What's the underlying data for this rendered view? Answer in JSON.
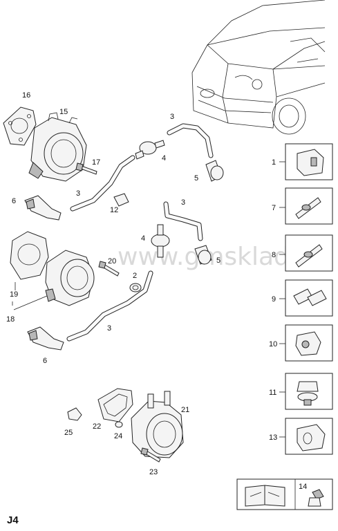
{
  "page_id": "J4",
  "watermark": "www.gmsklad.ru",
  "callouts": {
    "c1": "1",
    "c2": "2",
    "c3a": "3",
    "c3b": "3",
    "c3c": "3",
    "c3d": "3",
    "c4a": "4",
    "c4b": "4",
    "c5a": "5",
    "c5b": "5",
    "c6a": "6",
    "c6b": "6",
    "c7": "7",
    "c8": "8",
    "c9": "9",
    "c10": "10",
    "c11": "11",
    "c12": "12",
    "c13": "13",
    "c14": "14",
    "c15": "15",
    "c16": "16",
    "c17": "17",
    "c18": "18",
    "c19": "19",
    "c20": "20",
    "c21": "21",
    "c22": "22",
    "c23": "23",
    "c24": "24",
    "c25": "25"
  }
}
